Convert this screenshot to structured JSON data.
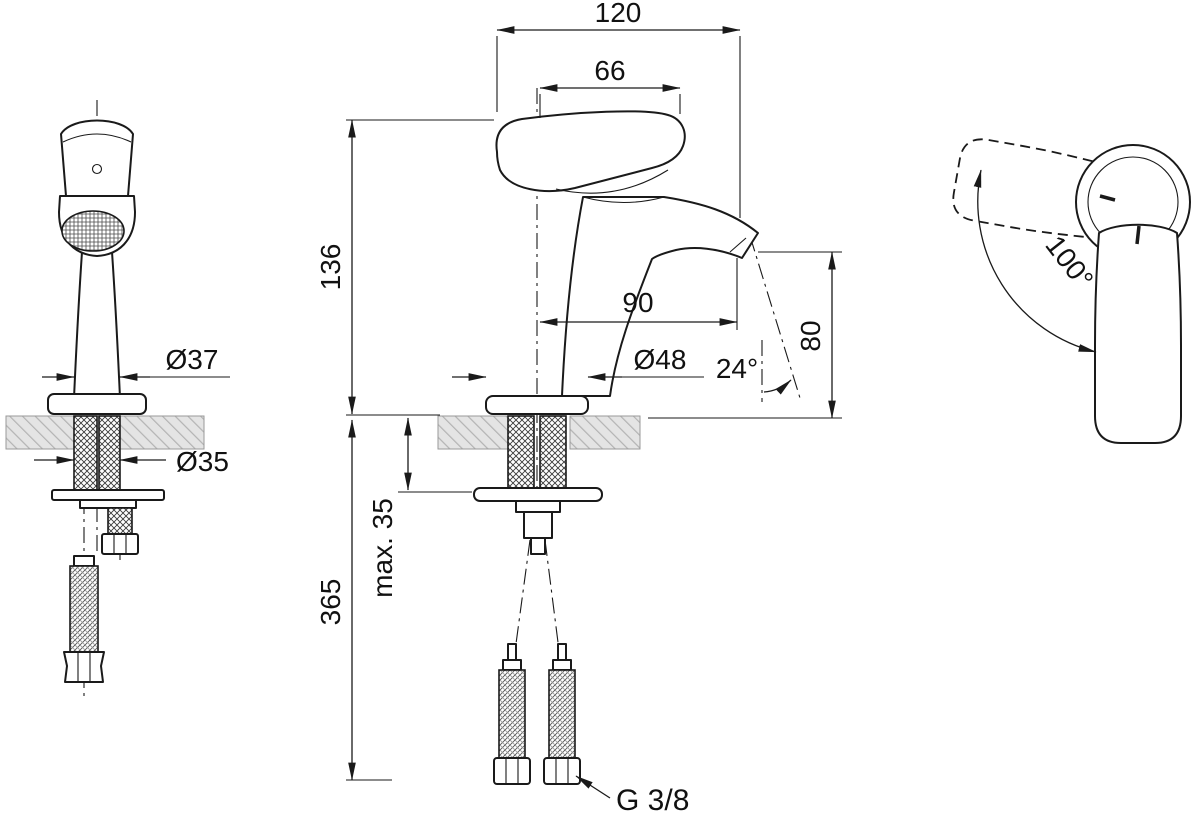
{
  "drawing": {
    "labels": {
      "overall_width": "120",
      "handle_length": "66",
      "body_height": "136",
      "spout_reach": "90",
      "base_diameter": "Ø48",
      "body_diameter": "Ø37",
      "hole_diameter": "Ø35",
      "spout_angle": "24°",
      "outlet_height": "80",
      "max_deck_thickness": "max. 35",
      "hose_length": "365",
      "connection_thread": "G 3/8",
      "handle_swivel_angle": "100°"
    }
  }
}
